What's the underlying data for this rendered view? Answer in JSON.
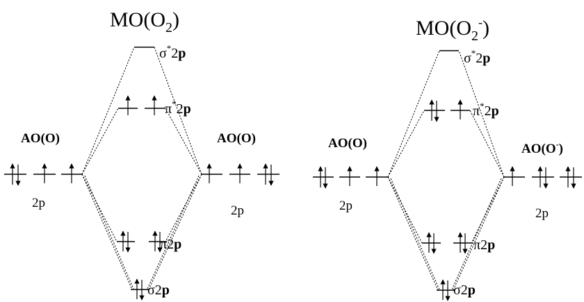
{
  "left_diagram": {
    "title_main": "MO(O",
    "title_sub": "2",
    "title_close": ")",
    "ao_left": {
      "label": "AO(O)",
      "sublabel": "2p"
    },
    "ao_right": {
      "label": "AO(O)",
      "sublabel": "2p"
    },
    "sigma_star": {
      "prefix": "σ",
      "star": "*",
      "num": "2",
      "bold": "p"
    },
    "pi_star": {
      "prefix": "π",
      "star": "*",
      "num": "2",
      "bold": "p"
    },
    "pi": {
      "prefix": "π2",
      "bold": "p"
    },
    "sigma": {
      "prefix": "σ2",
      "bold": "p"
    }
  },
  "right_diagram": {
    "title_main": "MO(O",
    "title_sub": "2",
    "title_sup": "-",
    "title_close": ")",
    "ao_left": {
      "label": "AO(O)",
      "sublabel": "2p"
    },
    "ao_right": {
      "label": "AO(O",
      "sup": "-",
      "close": ")",
      "sublabel": "2p"
    },
    "sigma_star": {
      "prefix": "σ",
      "star": "*",
      "num": "2",
      "bold": "p"
    },
    "pi_star": {
      "prefix": "π",
      "star": "*",
      "num": "2",
      "bold": "p"
    },
    "pi": {
      "prefix": "π2",
      "bold": "p"
    },
    "sigma": {
      "prefix": "σ2",
      "bold": "p"
    }
  },
  "occupancy": {
    "left_diagram": {
      "ao_left": [
        "up-down",
        "up",
        "up"
      ],
      "ao_right": [
        "up",
        "up",
        "up-down"
      ],
      "sigma_star": "empty",
      "pi_star": [
        "up",
        "up"
      ],
      "pi": [
        "up-down",
        "up-down"
      ],
      "sigma": "up-down"
    },
    "right_diagram": {
      "ao_left": [
        "up-down",
        "up",
        "up"
      ],
      "ao_right": [
        "up",
        "up-down",
        "up-down"
      ],
      "sigma_star": "empty",
      "pi_star": [
        "up-down",
        "up"
      ],
      "pi": [
        "up-down",
        "up-down"
      ],
      "sigma": "up-down"
    }
  }
}
